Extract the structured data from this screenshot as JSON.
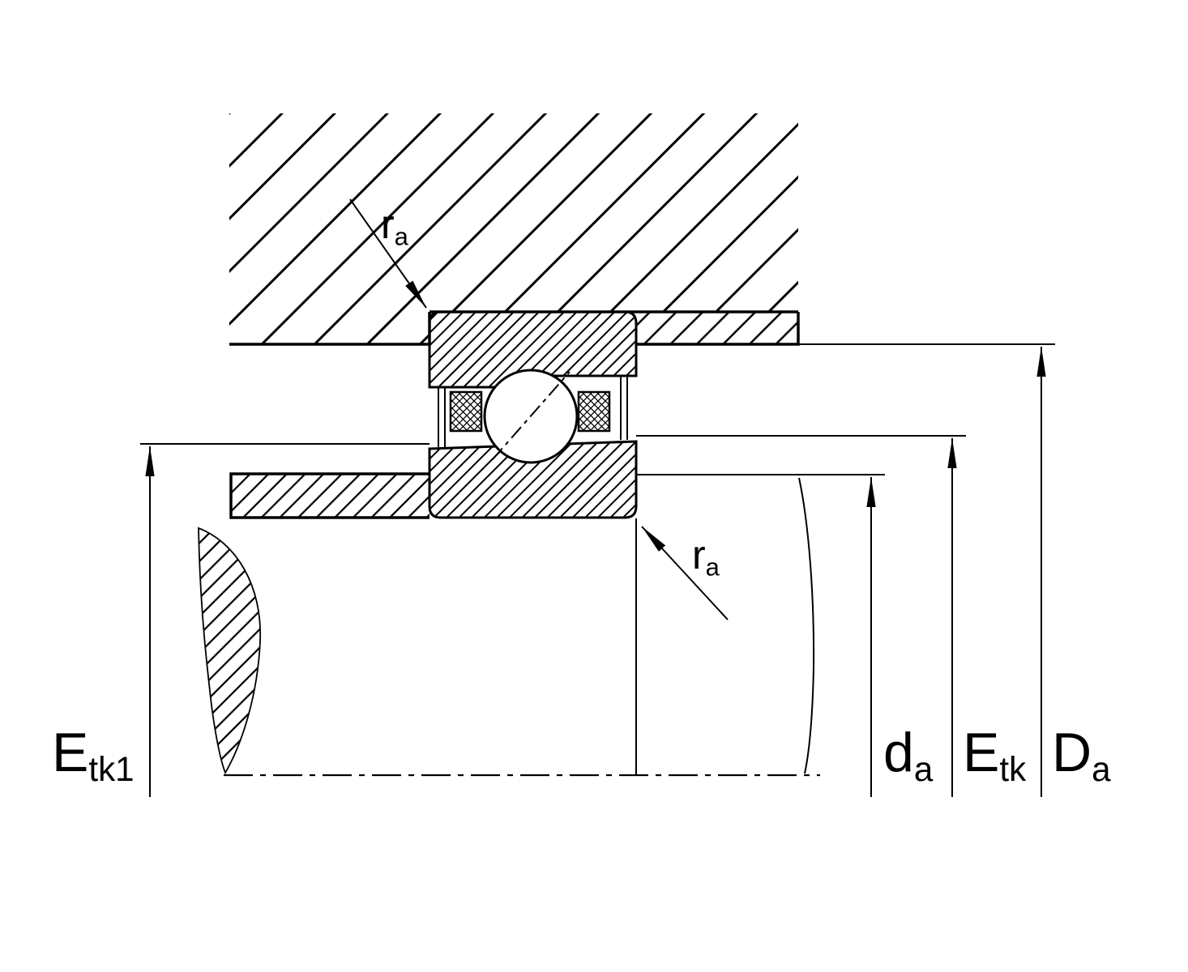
{
  "colors": {
    "ink": "#000000",
    "paper": "#ffffff"
  },
  "labels": {
    "ra_top": {
      "base": "r",
      "sub": "a"
    },
    "ra_bottom": {
      "base": "r",
      "sub": "a"
    },
    "etk1": {
      "base": "E",
      "sub": "tk1"
    },
    "da": {
      "base": "d",
      "sub": "a"
    },
    "etk": {
      "base": "E",
      "sub": "tk"
    },
    "Da": {
      "base": "D",
      "sub": "a"
    }
  }
}
